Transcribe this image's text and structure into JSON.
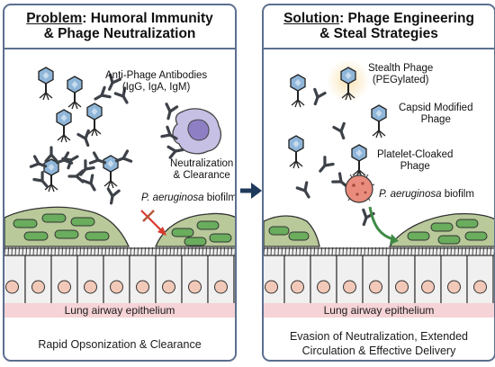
{
  "left_panel": {
    "title_underlined": "Problem",
    "title_rest_line1": ": Humoral Immunity",
    "title_line2": "& Phage Neutralization",
    "antibodies_label_line1": "Anti-Phage Antibodies",
    "antibodies_label_line2": "(IgG, IgA, IgM)",
    "neutralization_line1": "Neutralization",
    "neutralization_line2": "& Clearance",
    "biofilm_species": "P. aeruginosa",
    "biofilm_word": "biofilm",
    "epithelium_label": "Lung airway epithelium",
    "bottom_caption": "Rapid Opsonization & Clearance"
  },
  "right_panel": {
    "title_underlined": "Solution",
    "title_rest_line1": ": Phage Engineering",
    "title_line2": "& Steal Strategies",
    "stealth_line1": "Stealth Phage",
    "stealth_line2": "(PEGylated)",
    "capsid_line1": "Capsid Modified",
    "capsid_line2": "Phage",
    "platelet_line1": "Platelet-Cloaked",
    "platelet_line2": "Phage",
    "biofilm_species": "P. aeruginosa",
    "biofilm_word": "biofilm",
    "epithelium_label": "Lung airway epithelium",
    "bottom_caption_line1": "Evasion of Neutralization, Extended",
    "bottom_caption_line2": "Circulation & Effective Delivery"
  },
  "colors": {
    "panel_border": "#5c6f8f",
    "phage_capsid": "#8fb6d9",
    "antibody": "#3d4148",
    "macrophage": "#c6c0e4",
    "macrophage_nucleus": "#8e7fc4",
    "biofilm_mound": "#b9c99a",
    "bacterium": "#69ad5d",
    "cell_fill": "#f0f0f0",
    "nucleus_fill": "#f2c9b8",
    "epithelium_strip": "#f5d3d6",
    "arrow_blue": "#1f3a5c",
    "arrow_red": "#d93a2e",
    "arrow_green": "#3f8a45",
    "platelet": "#e98c7d",
    "stealth_glow": "#f9e3b4"
  }
}
